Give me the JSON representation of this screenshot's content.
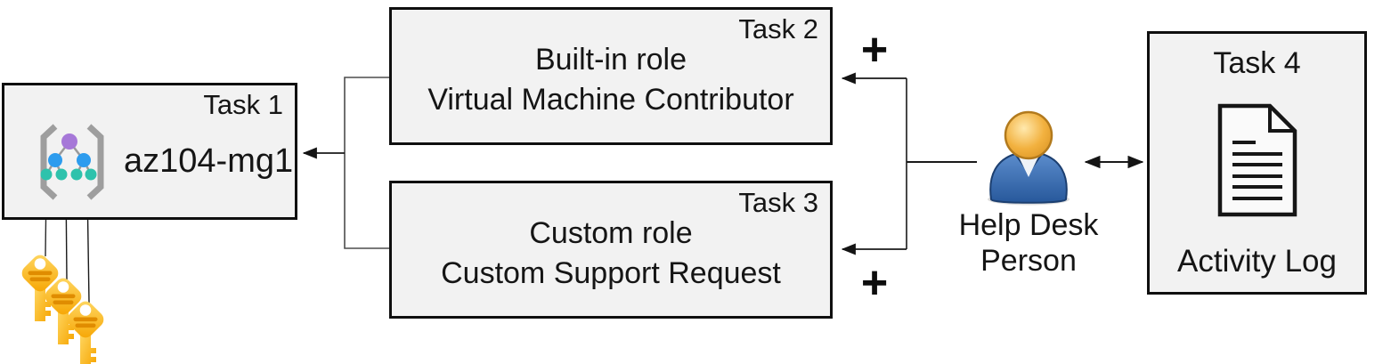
{
  "boxes": {
    "task1": {
      "corner_label": "Task 1",
      "name": "az104-mg1"
    },
    "task2": {
      "corner_label": "Task 2",
      "line1": "Built-in role",
      "line2": "Virtual Machine Contributor"
    },
    "task3": {
      "corner_label": "Task 3",
      "line1": "Custom role",
      "line2": "Custom Support Request"
    },
    "task4": {
      "title": "Task 4",
      "caption": "Activity Log"
    }
  },
  "actor": {
    "label_line1": "Help Desk",
    "label_line2": "Person"
  },
  "annotations": {
    "plus_top": "+",
    "plus_bottom": "+"
  },
  "icons": {
    "management_group": "management-group-icon",
    "keys": "access-keys-icon",
    "person": "help-desk-person-icon",
    "document": "activity-log-document-icon",
    "plus": "plus-icon",
    "arrows": "connector-arrows"
  },
  "colors": {
    "box_fill": "#f2f2f2",
    "box_border": "#0f0f0f",
    "connector": "#1a1a1a",
    "key_yellow_light": "#FFD966",
    "key_yellow_dark": "#F6A400",
    "key_stripe": "#E08C00",
    "person_body_blue_top": "#5B8CCC",
    "person_body_blue_bottom": "#27589B",
    "person_head_orange": "#F2B13F",
    "mg_purple": "#A678D8",
    "mg_blue": "#2D9CEE",
    "mg_teal": "#2EC2AC",
    "mg_bracket_gray": "#9E9E9E"
  }
}
